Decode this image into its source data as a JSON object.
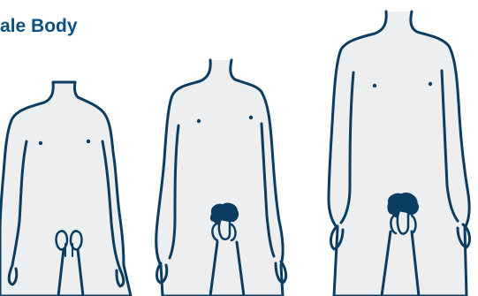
{
  "title": "ale Body",
  "colors": {
    "outline": "#0b3d63",
    "skin": "#eceef0",
    "title": "#0b4f84",
    "background": "#ffffff"
  },
  "figures": [
    {
      "name": "figure-1",
      "pubic_hair": false
    },
    {
      "name": "figure-2",
      "pubic_hair": true
    },
    {
      "name": "figure-3",
      "pubic_hair": true
    }
  ]
}
